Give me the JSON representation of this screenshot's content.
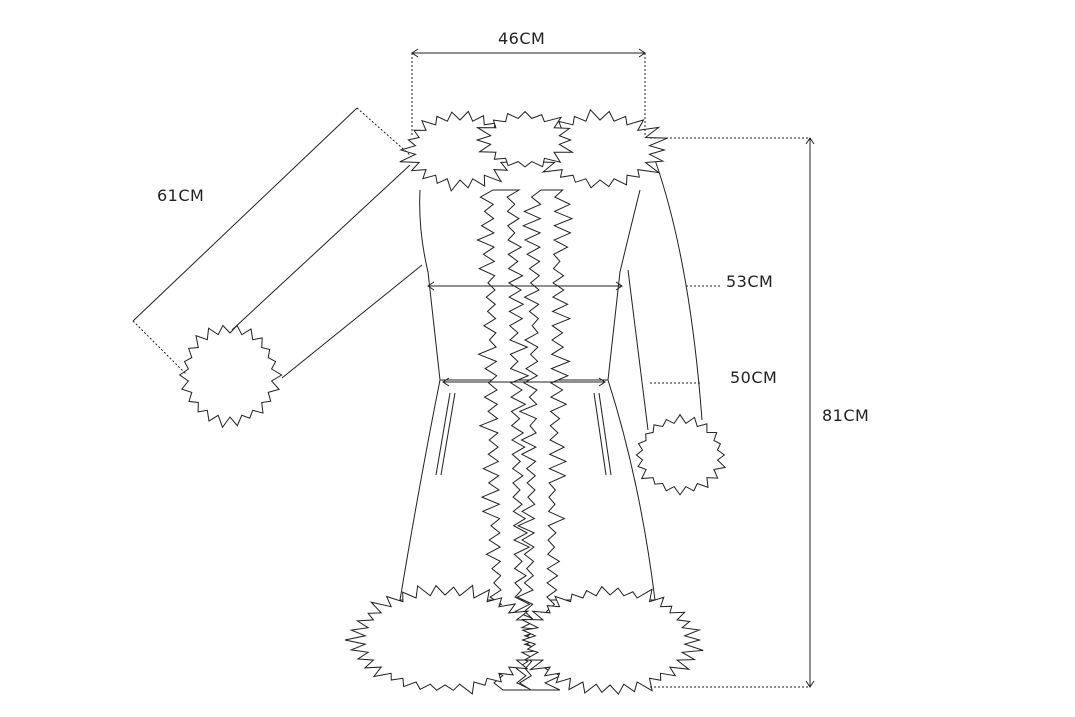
{
  "diagram": {
    "title": "Fur-trimmed coat size chart",
    "measurements": {
      "shoulder_width": "46CM",
      "sleeve_length": "61CM",
      "chest": "53CM",
      "waist": "50CM",
      "length": "81CM"
    },
    "colors": {
      "line": "#231f20",
      "background": "#ffffff"
    }
  }
}
